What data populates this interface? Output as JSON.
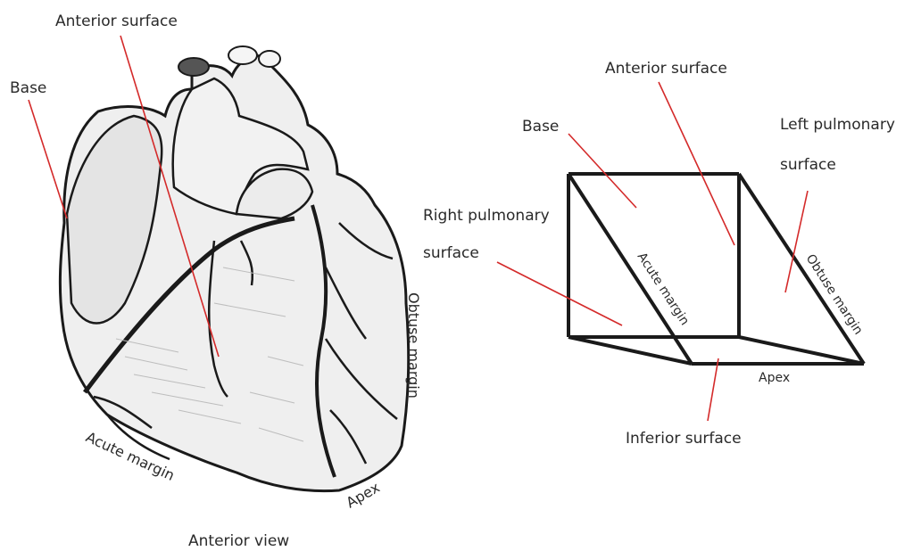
{
  "heart_view": {
    "labels": {
      "anterior_surface": "Anterior surface",
      "base": "Base",
      "obtuse_margin": "Obtuse margin",
      "acute_margin": "Acute margin",
      "apex": "Apex"
    },
    "caption": "Anterior view"
  },
  "box_model": {
    "labels": {
      "anterior_surface": "Anterior surface",
      "base": "Base",
      "left_pulmonary_line1": "Left pulmonary",
      "left_pulmonary_line2": "surface",
      "right_pulmonary_line1": "Right pulmonary",
      "right_pulmonary_line2": "surface",
      "acute_margin": "Acute margin",
      "obtuse_margin": "Obtuse margin",
      "apex": "Apex",
      "inferior_surface": "Inferior surface"
    }
  },
  "colors": {
    "leader_line": "#d42a2a",
    "ink": "#1a1a1a",
    "shade": "#d9d9d9"
  }
}
